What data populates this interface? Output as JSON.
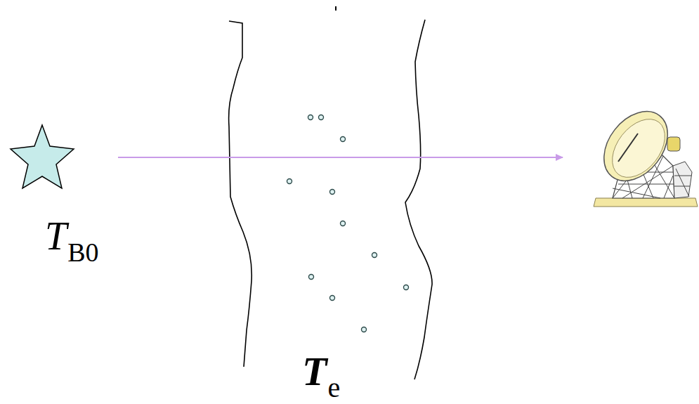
{
  "diagram": {
    "labels": [
      "T",
      "B0",
      "T",
      "e"
    ]
  }
}
